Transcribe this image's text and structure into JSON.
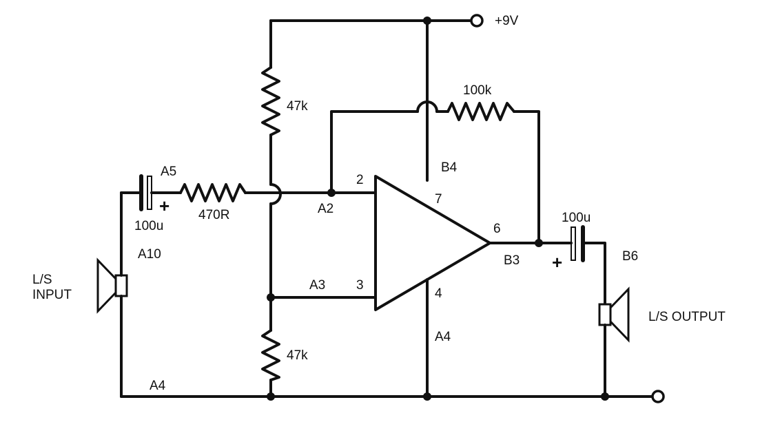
{
  "supply_label": "+9V",
  "resistors": {
    "r_top": "47k",
    "r_bottom": "47k",
    "r_feedback": "100k",
    "r_input": "470R"
  },
  "capacitors": {
    "c_input": "100u",
    "c_output": "100u",
    "polarity_in": "+",
    "polarity_out": "+"
  },
  "pins": {
    "inv": "2",
    "noninv": "3",
    "vplus": "7",
    "vminus": "4",
    "out": "6"
  },
  "nodes": {
    "a5": "A5",
    "a10": "A10",
    "a2": "A2",
    "a3": "A3",
    "a4_left": "A4",
    "a4_right": "A4",
    "b4": "B4",
    "b3": "B3",
    "b6": "B6"
  },
  "speakers": {
    "input_line1": "L/S",
    "input_line2": "INPUT",
    "output": "L/S OUTPUT"
  }
}
